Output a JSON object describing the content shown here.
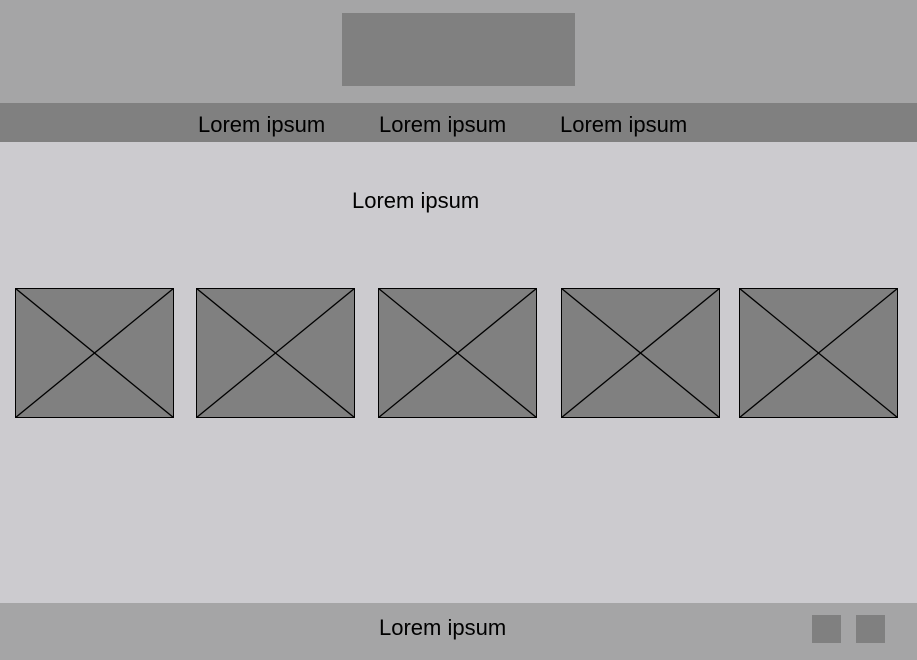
{
  "header": {
    "logo_label": ""
  },
  "nav": {
    "items": [
      {
        "label": "Lorem ipsum"
      },
      {
        "label": "Lorem ipsum"
      },
      {
        "label": "Lorem ipsum"
      }
    ]
  },
  "main": {
    "title": "Lorem ipsum",
    "thumbnails": [
      {
        "icon": "image-placeholder-icon"
      },
      {
        "icon": "image-placeholder-icon"
      },
      {
        "icon": "image-placeholder-icon"
      },
      {
        "icon": "image-placeholder-icon"
      },
      {
        "icon": "image-placeholder-icon"
      }
    ]
  },
  "footer": {
    "text": "Lorem ipsum",
    "social_icons": [
      "social-icon-placeholder",
      "social-icon-placeholder"
    ]
  },
  "colors": {
    "header_bg": "#a5a5a6",
    "nav_bg": "#808080",
    "page_bg": "#cccbcf",
    "placeholder": "#808080"
  }
}
